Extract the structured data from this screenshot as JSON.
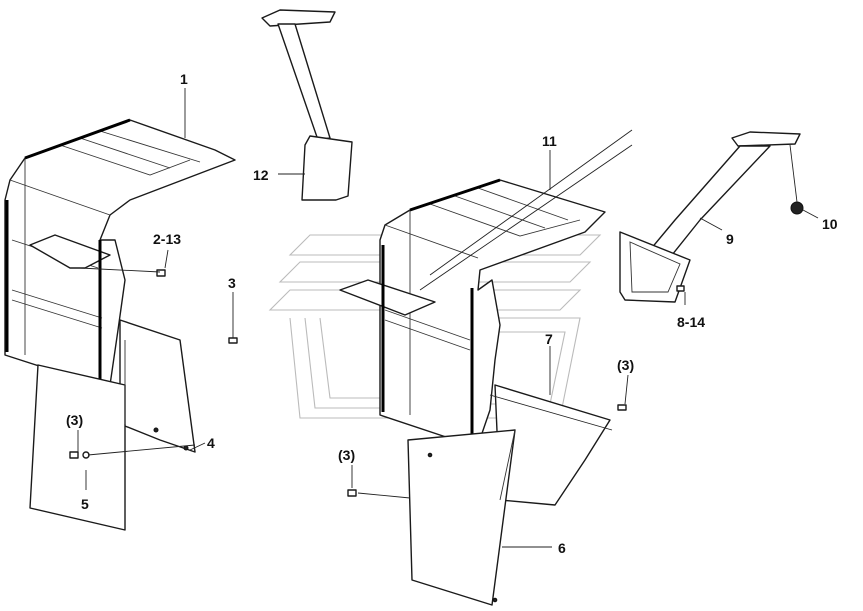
{
  "diagram": {
    "labels": {
      "p1": "1",
      "p2_13": "2-13",
      "p3_a": "3",
      "p3_b": "(3)",
      "p3_c": "(3)",
      "p3_d": "(3)",
      "p4": "4",
      "p5": "5",
      "p6": "6",
      "p7": "7",
      "p8_14": "8-14",
      "p9": "9",
      "p10": "10",
      "p11": "11",
      "p12": "12"
    },
    "colors": {
      "line": "#1a1a1a",
      "watermark": "#bbbbbb"
    }
  }
}
